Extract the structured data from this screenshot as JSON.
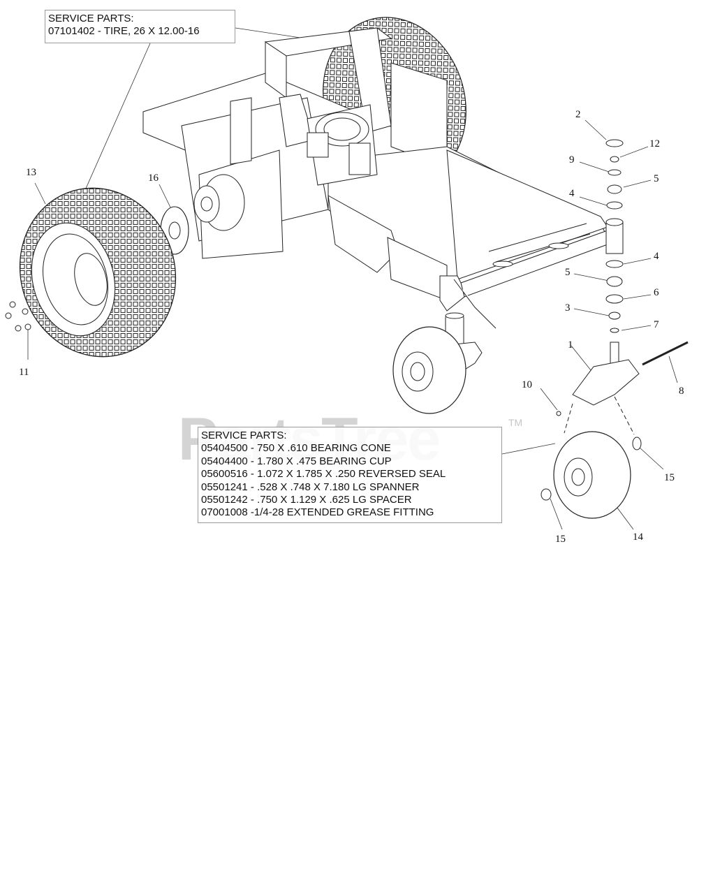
{
  "watermark": {
    "text": "PartsTree",
    "tm": "TM"
  },
  "service_parts_tire": {
    "heading": "SERVICE PARTS:",
    "lines": [
      "07101402 - TIRE, 26 X 12.00-16"
    ]
  },
  "service_parts_caster": {
    "heading": "SERVICE PARTS:",
    "lines": [
      "05404500 - 750 X .610 BEARING CONE",
      "05404400 - 1.780 X .475 BEARING CUP",
      "05600516 - 1.072 X 1.785 X .250 REVERSED SEAL",
      "05501241 - .528 X .748 X 7.180 LG SPANNER",
      "05501242 - .750 X 1.129 X .625 LG SPACER",
      "07001008 -1/4-28 EXTENDED GREASE FITTING"
    ]
  },
  "callouts": {
    "c1": "1",
    "c2": "2",
    "c3": "3",
    "c4a": "4",
    "c4b": "4",
    "c5a": "5",
    "c5b": "5",
    "c6": "6",
    "c7": "7",
    "c8": "8",
    "c9": "9",
    "c10": "10",
    "c11": "11",
    "c12": "12",
    "c13": "13",
    "c14": "14",
    "c15a": "15",
    "c15b": "15",
    "c16": "16"
  }
}
